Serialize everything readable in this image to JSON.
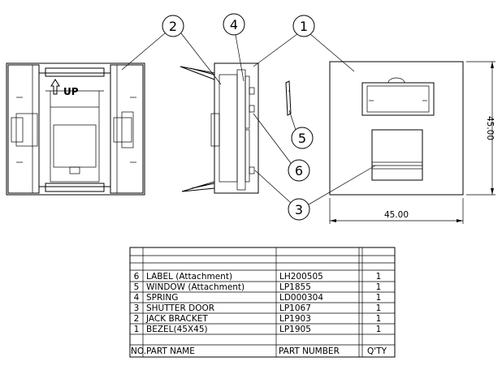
{
  "callouts": [
    "1",
    "2",
    "3",
    "4",
    "5",
    "6"
  ],
  "up_label": "UP",
  "dimensions": {
    "width": "45.00",
    "height": "45.00"
  },
  "bom": {
    "rows": [
      {
        "no": "6",
        "name": "LABEL (Attachment)",
        "part": "LH200505",
        "qty": "1"
      },
      {
        "no": "5",
        "name": "WINDOW (Attachment)",
        "part": "LP1855",
        "qty": "1"
      },
      {
        "no": "4",
        "name": "SPRING",
        "part": "LD000304",
        "qty": "1"
      },
      {
        "no": "3",
        "name": "SHUTTER DOOR",
        "part": "LP1067",
        "qty": "1"
      },
      {
        "no": "2",
        "name": "JACK BRACKET",
        "part": "LP1903",
        "qty": "1"
      },
      {
        "no": "1",
        "name": "BEZEL(45X45)",
        "part": "LP1905",
        "qty": "1"
      }
    ],
    "header": {
      "no": "NO.",
      "name": "PART NAME",
      "part": "PART NUMBER",
      "qty": "Q'TY"
    }
  }
}
